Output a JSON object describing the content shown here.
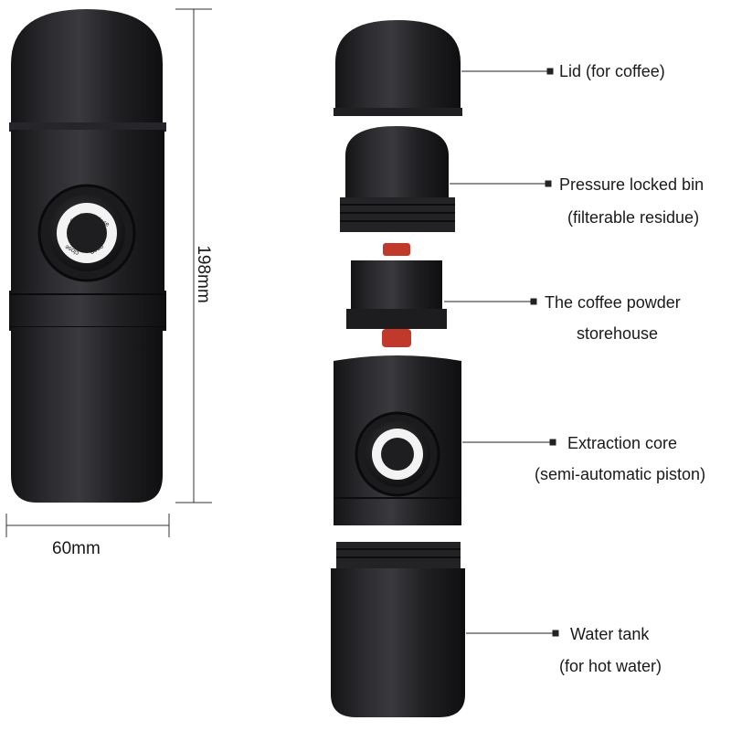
{
  "dimensions": {
    "height": "198mm",
    "width": "60mm"
  },
  "dial": {
    "open": "open",
    "close": "close"
  },
  "components": [
    {
      "name": "Lid (for coffee)",
      "line2": ""
    },
    {
      "name": "Pressure locked bin",
      "line2": "(filterable residue)"
    },
    {
      "name": "The coffee powder",
      "line2": "storehouse"
    },
    {
      "name": "Extraction core",
      "line2": "(semi-automatic piston)"
    },
    {
      "name": "Water tank",
      "line2": "(for hot water)"
    }
  ],
  "colors": {
    "body": "#1c1c1e",
    "body_highlight": "#3a3a3d",
    "seal": "#c0392b",
    "line": "#222222"
  }
}
